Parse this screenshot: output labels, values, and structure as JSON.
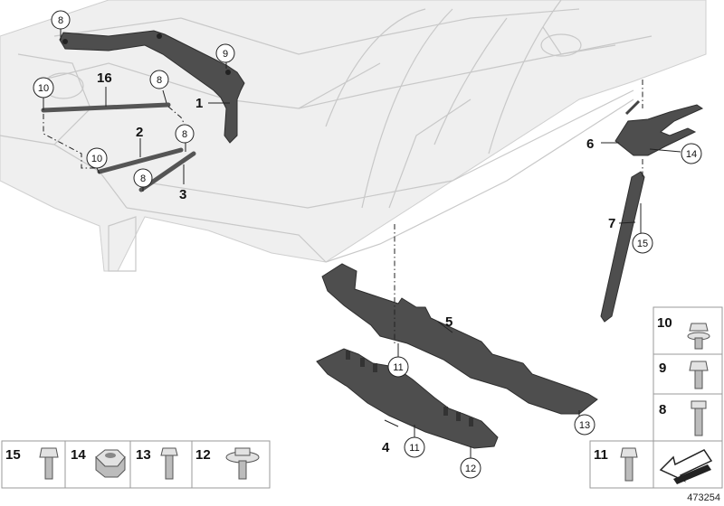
{
  "diagram": {
    "doc_number": "473254",
    "callouts": [
      {
        "label": "1",
        "circled": false
      },
      {
        "label": "2",
        "circled": false
      },
      {
        "label": "3",
        "circled": false
      },
      {
        "label": "4",
        "circled": false
      },
      {
        "label": "5",
        "circled": false
      },
      {
        "label": "6",
        "circled": false
      },
      {
        "label": "7",
        "circled": false
      },
      {
        "label": "8",
        "circled": true
      },
      {
        "label": "8",
        "circled": true
      },
      {
        "label": "8",
        "circled": true
      },
      {
        "label": "8",
        "circled": true
      },
      {
        "label": "9",
        "circled": true
      },
      {
        "label": "10",
        "circled": true
      },
      {
        "label": "10",
        "circled": true
      },
      {
        "label": "11",
        "circled": true
      },
      {
        "label": "11",
        "circled": true
      },
      {
        "label": "12",
        "circled": true
      },
      {
        "label": "13",
        "circled": true
      },
      {
        "label": "14",
        "circled": true
      },
      {
        "label": "15",
        "circled": true
      },
      {
        "label": "16",
        "circled": false
      }
    ],
    "legend_right": [
      {
        "label": "10",
        "icon": "flange-bolt-icon"
      },
      {
        "label": "9",
        "icon": "hex-bolt-icon"
      },
      {
        "label": "8",
        "icon": "stud-bolt-icon"
      },
      {
        "label": "11",
        "icon": "collar-bolt-icon"
      }
    ],
    "legend_bottom": [
      {
        "label": "15",
        "icon": "hex-bolt-icon"
      },
      {
        "label": "14",
        "icon": "hex-nut-icon"
      },
      {
        "label": "13",
        "icon": "screw-icon"
      },
      {
        "label": "12",
        "icon": "washer-screw-icon"
      }
    ],
    "arrow_icon": "arrow-icon"
  }
}
